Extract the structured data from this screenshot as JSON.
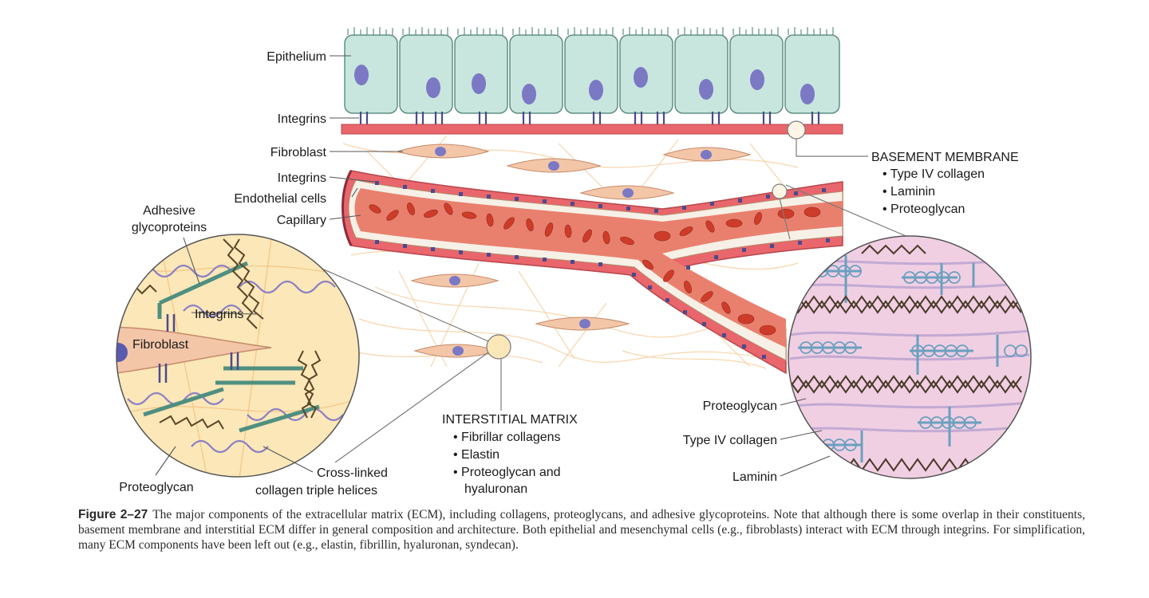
{
  "labels": {
    "epithelium": "Epithelium",
    "integrins_top": "Integrins",
    "fibroblast": "Fibroblast",
    "integrins_mid": "Integrins",
    "endothelial_cells": "Endothelial cells",
    "capillary": "Capillary",
    "adhesive_1": "Adhesive",
    "adhesive_2": "glycoproteins",
    "integrins_inset": "Integrins",
    "fibroblast_inset": "Fibroblast",
    "proteoglycan_left": "Proteoglycan",
    "crosslinked_1": "Cross-linked",
    "crosslinked_2": "collagen triple helices",
    "proteoglycan_right": "Proteoglycan",
    "type_iv_collagen": "Type IV collagen",
    "laminin": "Laminin"
  },
  "basement_membrane": {
    "title": "BASEMENT MEMBRANE",
    "items": [
      "• Type IV collagen",
      "• Laminin",
      "• Proteoglycan"
    ]
  },
  "interstitial_matrix": {
    "title": "INTERSTITIAL MATRIX",
    "items": [
      "• Fibrillar collagens",
      "• Elastin",
      "• Proteoglycan and",
      "hyaluronan"
    ]
  },
  "caption": {
    "figure_label": "Figure 2–27",
    "text": "The major components of the extracellular matrix (ECM), including collagens, proteoglycans, and adhesive glycoproteins. Note that although there is some overlap in their constituents, basement membrane and interstitial ECM differ in general composition and architecture. Both epithelial and mesenchymal cells (e.g., fibroblasts) interact with ECM through integrins. For simplification, many ECM components have been left out (e.g., elastin, fibrillin, hyaluronan, syndecan)."
  },
  "colors": {
    "epithelium": "#c8e6de",
    "nucleus": "#7b78c4",
    "basement_membrane": "#e8666c",
    "capillary": "#e9806e",
    "rbc": "#cf3b2a",
    "fibroblast": "#f3c6a8",
    "matrix_fibers": "#f5c890",
    "inset_left_bg": "#fbe7b8",
    "inset_right_bg": "#f1cfe3"
  }
}
